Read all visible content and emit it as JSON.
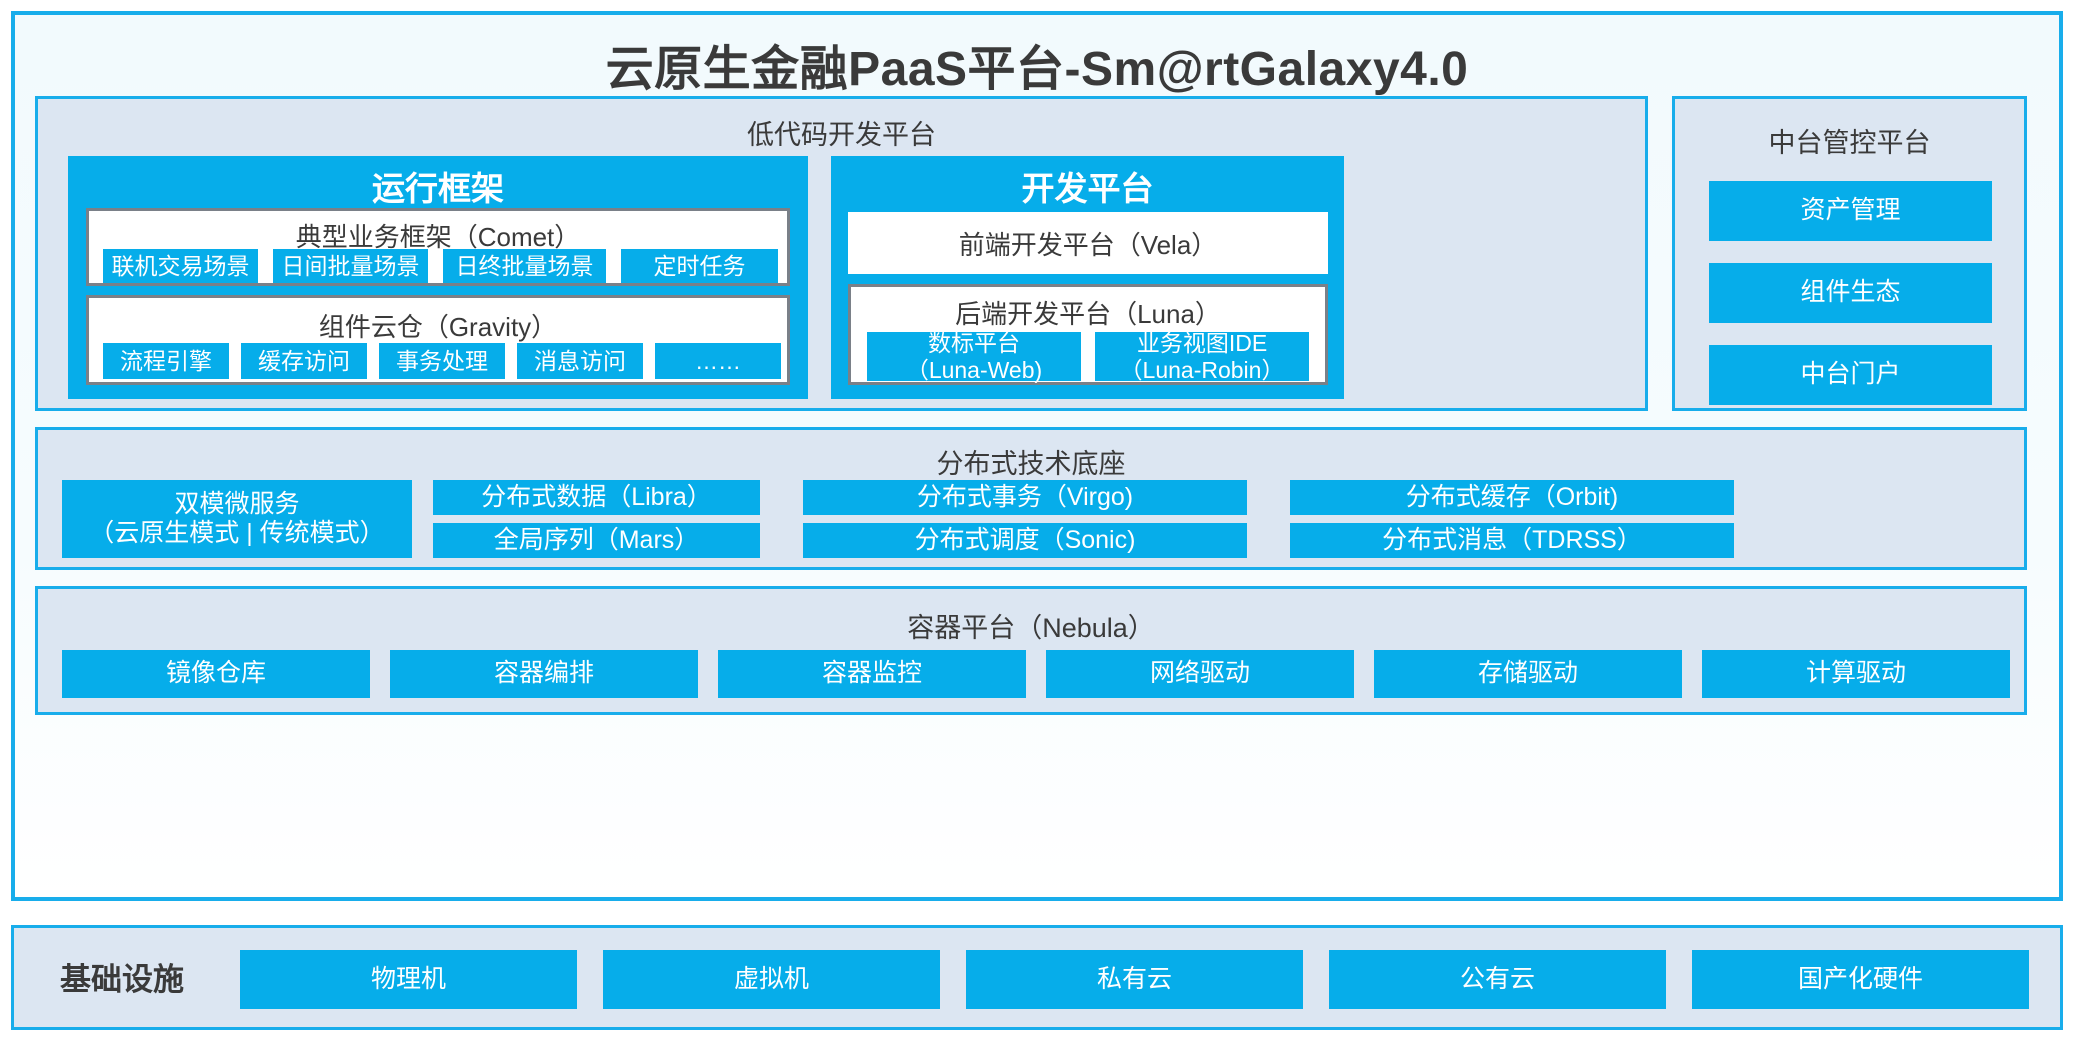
{
  "platform": {
    "title": "云原生金融PaaS平台-Sm@rtGalaxy4.0"
  },
  "lowcode": {
    "title": "低代码开发平台",
    "runtime": {
      "title": "运行框架",
      "comet": {
        "title": "典型业务框架（Comet）",
        "items": [
          "联机交易场景",
          "日间批量场景",
          "日终批量场景",
          "定时任务"
        ]
      },
      "gravity": {
        "title": "组件云仓（Gravity）",
        "items": [
          "流程引擎",
          "缓存访问",
          "事务处理",
          "消息访问",
          "……"
        ]
      }
    },
    "devplatform": {
      "title": "开发平台",
      "frontend": "前端开发平台（Vela）",
      "backend": {
        "title": "后端开发平台（Luna）",
        "items": [
          "数标平台\n（Luna-Web)",
          "业务视图IDE\n（Luna-Robin）"
        ]
      }
    }
  },
  "console": {
    "title": "中台管控平台",
    "items": [
      "资产管理",
      "组件生态",
      "中台门户"
    ]
  },
  "distributed": {
    "title": "分布式技术底座",
    "microservice": "双模微服务\n（云原生模式 | 传统模式）",
    "col2": [
      "分布式数据（Libra）",
      "全局序列（Mars）"
    ],
    "col3": [
      "分布式事务（Virgo)",
      "分布式调度（Sonic)"
    ],
    "col4": [
      "分布式缓存（Orbit)",
      "分布式消息（TDRSS）"
    ]
  },
  "container": {
    "title": "容器平台（Nebula）",
    "items": [
      "镜像仓库",
      "容器编排",
      "容器监控",
      "网络驱动",
      "存储驱动",
      "计算驱动"
    ]
  },
  "infrastructure": {
    "label": "基础设施",
    "items": [
      "物理机",
      "虚拟机",
      "私有云",
      "公有云",
      "国产化硬件"
    ]
  },
  "colors": {
    "accent_blue": "#06ADEA",
    "border_blue": "#18ADEB",
    "panel_bg": "#DCE6F2",
    "card_border": "#7A8088",
    "text_dark": "#3A3A3A"
  }
}
